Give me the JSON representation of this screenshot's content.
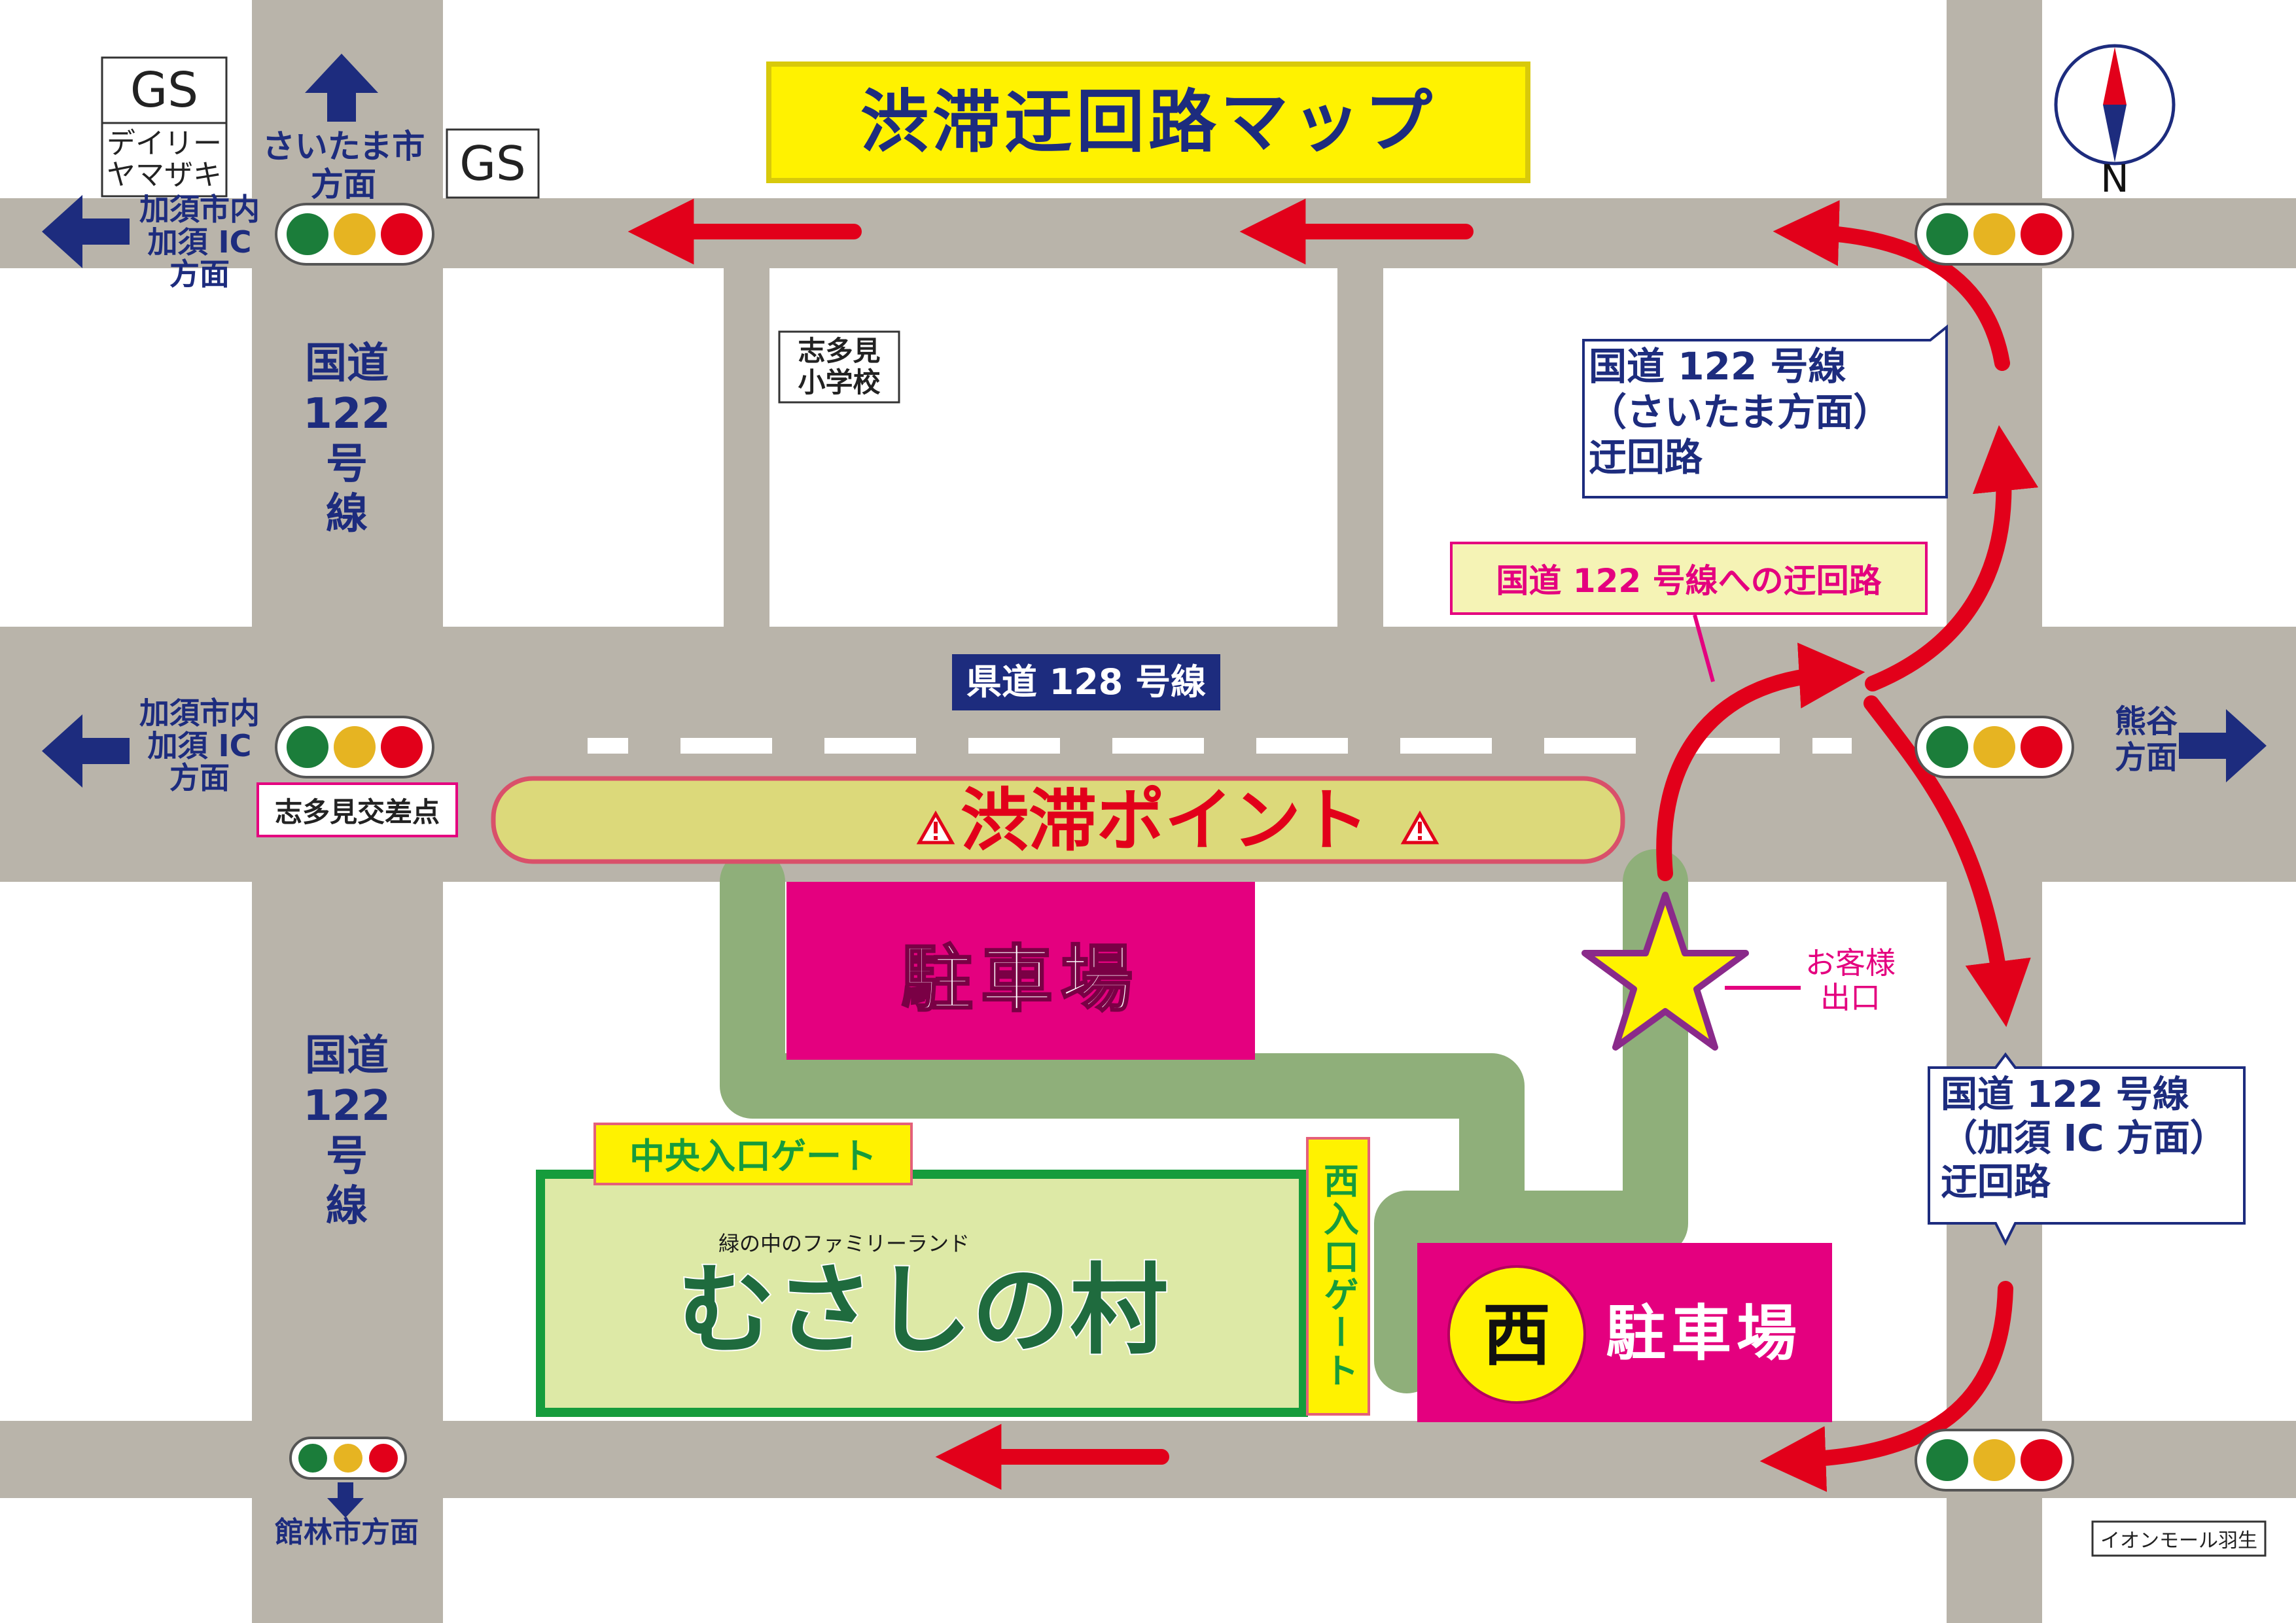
{
  "title": "渋滞迂回路マップ",
  "compass": {
    "north_label": "N",
    "icon": "compass-icon"
  },
  "colors": {
    "road": "#b9b4aa",
    "route_arrow": "#e2001a",
    "direction_arrow": "#1d2c7e",
    "parking": "#e4007f",
    "congestion_fill": "#dcd97a",
    "path_green": "#8faf7a",
    "park_border": "#169c3c",
    "title_bg": "#fff200"
  },
  "landmarks": {
    "gs_nw": "GS",
    "daily_yamazaki_line1": "デイリー",
    "daily_yamazaki_line2": "ヤマザキ",
    "gs_north": "GS",
    "school_line1": "志多見",
    "school_line2": "小学校",
    "intersection": "志多見交差点",
    "aeon": "イオンモール羽生"
  },
  "directions": {
    "saitama_line1": "さいたま市",
    "saitama_line2": "方面",
    "kazo_top_line1": "加須市内",
    "kazo_top_line2": "加須 IC",
    "kazo_top_line3": "方面",
    "kazo_mid_line1": "加須市内",
    "kazo_mid_line2": "加須 IC",
    "kazo_mid_line3": "方面",
    "kumagaya_line1": "熊谷",
    "kumagaya_line2": "方面",
    "tatebayashi": "館林市方面"
  },
  "roads": {
    "route122_upper": "国道\n122\n号\n線",
    "route122_lower": "国道\n122\n号\n線",
    "prefectural128": "県道 128 号線"
  },
  "callouts": {
    "saitama_detour_line1": "国道 122 号線",
    "saitama_detour_line2": "（さいたま方面）",
    "saitama_detour_line3": "迂回路",
    "detour_to_122": "国道 122 号線への迂回路",
    "kazo_detour_line1": "国道 122 号線",
    "kazo_detour_line2": "（加須 IC 方面）",
    "kazo_detour_line3": "迂回路",
    "customer_exit_line1": "お客様",
    "customer_exit_line2": "出口"
  },
  "congestion": {
    "label": "渋滞ポイント",
    "icon": "warning-icon"
  },
  "parking": {
    "north_label": "駐車場",
    "west_label": "駐車場",
    "west_badge": "西"
  },
  "park": {
    "tagline": "緑の中のファミリーランド",
    "logo": "むさしの村",
    "central_gate": "中央入口ゲート",
    "west_gate": "西入口ゲート"
  }
}
